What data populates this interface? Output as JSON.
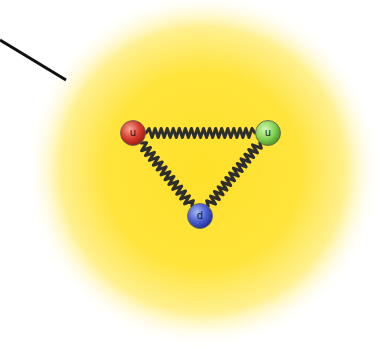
{
  "diagram": {
    "nodes": [
      {
        "text": [
          "u"
        ]
      },
      {
        "text": [
          "u"
        ]
      },
      {
        "text": [
          "d"
        ]
      }
    ],
    "edges": [
      {
        "from": 0,
        "to": 1,
        "arrow": "none"
      },
      {
        "from": 0,
        "to": 2,
        "arrow": "none"
      },
      {
        "from": 1,
        "to": 2,
        "arrow": "none"
      }
    ]
  }
}
